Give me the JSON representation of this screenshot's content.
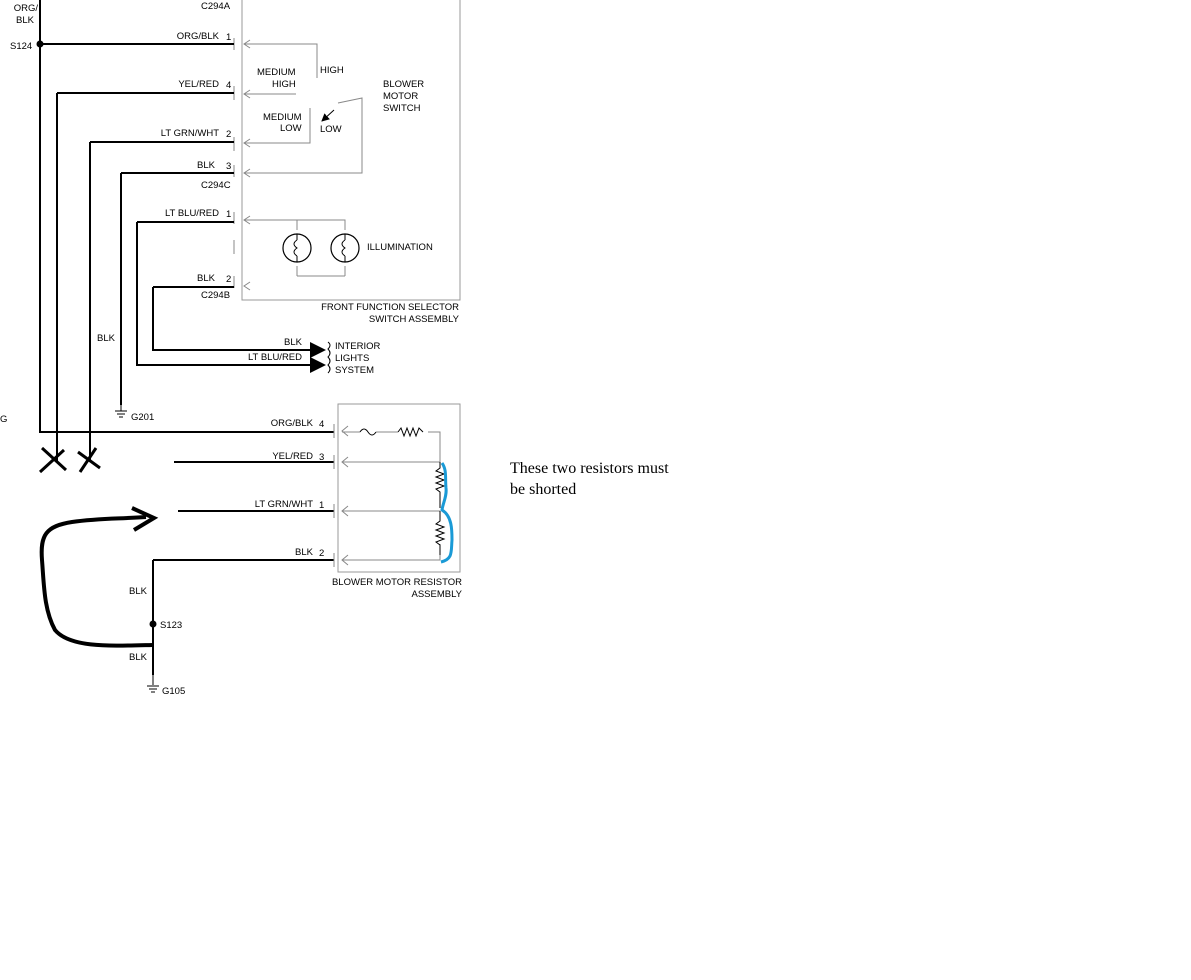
{
  "connectors": {
    "c294a": "C294A",
    "c294c": "C294C",
    "c294b": "C294B"
  },
  "splices": {
    "s124": "S124",
    "s123": "S123"
  },
  "grounds": {
    "g201": "G201",
    "g105": "G105",
    "g_left": "G"
  },
  "top_left_wire": {
    "line1": "ORG/",
    "line2": "BLK"
  },
  "switch_wires": [
    {
      "color": "ORG/BLK",
      "pin": "1"
    },
    {
      "color": "YEL/RED",
      "pin": "4"
    },
    {
      "color": "LT GRN/WHT",
      "pin": "2"
    },
    {
      "color": "BLK",
      "pin": "3"
    }
  ],
  "illum_wires": [
    {
      "color": "LT BLU/RED",
      "pin": "1"
    },
    {
      "color": "BLK",
      "pin": "2"
    }
  ],
  "switch_positions": {
    "high": "HIGH",
    "medium_high_1": "MEDIUM",
    "medium_high_2": "HIGH",
    "medium_low_1": "MEDIUM",
    "medium_low_2": "LOW",
    "low": "LOW"
  },
  "blower_motor_switch": [
    "BLOWER",
    "MOTOR",
    "SWITCH"
  ],
  "illumination": "ILLUMINATION",
  "front_function_selector": [
    "FRONT FUNCTION SELECTOR",
    "SWITCH ASSEMBLY"
  ],
  "vertical_blk": "BLK",
  "interior_wires": {
    "blk": "BLK",
    "ltblu": "LT BLU/RED"
  },
  "interior_lights": [
    "INTERIOR",
    "LIGHTS",
    "SYSTEM"
  ],
  "resistor_wires": [
    {
      "color": "ORG/BLK",
      "pin": "4"
    },
    {
      "color": "YEL/RED",
      "pin": "3"
    },
    {
      "color": "LT GRN/WHT",
      "pin": "1"
    },
    {
      "color": "BLK",
      "pin": "2"
    }
  ],
  "blower_resistor": [
    "BLOWER MOTOR RESISTOR",
    "ASSEMBLY"
  ],
  "ground_wires": {
    "blk_upper": "BLK",
    "blk_lower": "BLK"
  },
  "note": [
    "These two resistors must",
    "be shorted"
  ],
  "colors": {
    "wire": "#000000",
    "box_outline": "#999999",
    "annotation_blue": "#1a9ad6",
    "annotation_marker": "#000000"
  }
}
